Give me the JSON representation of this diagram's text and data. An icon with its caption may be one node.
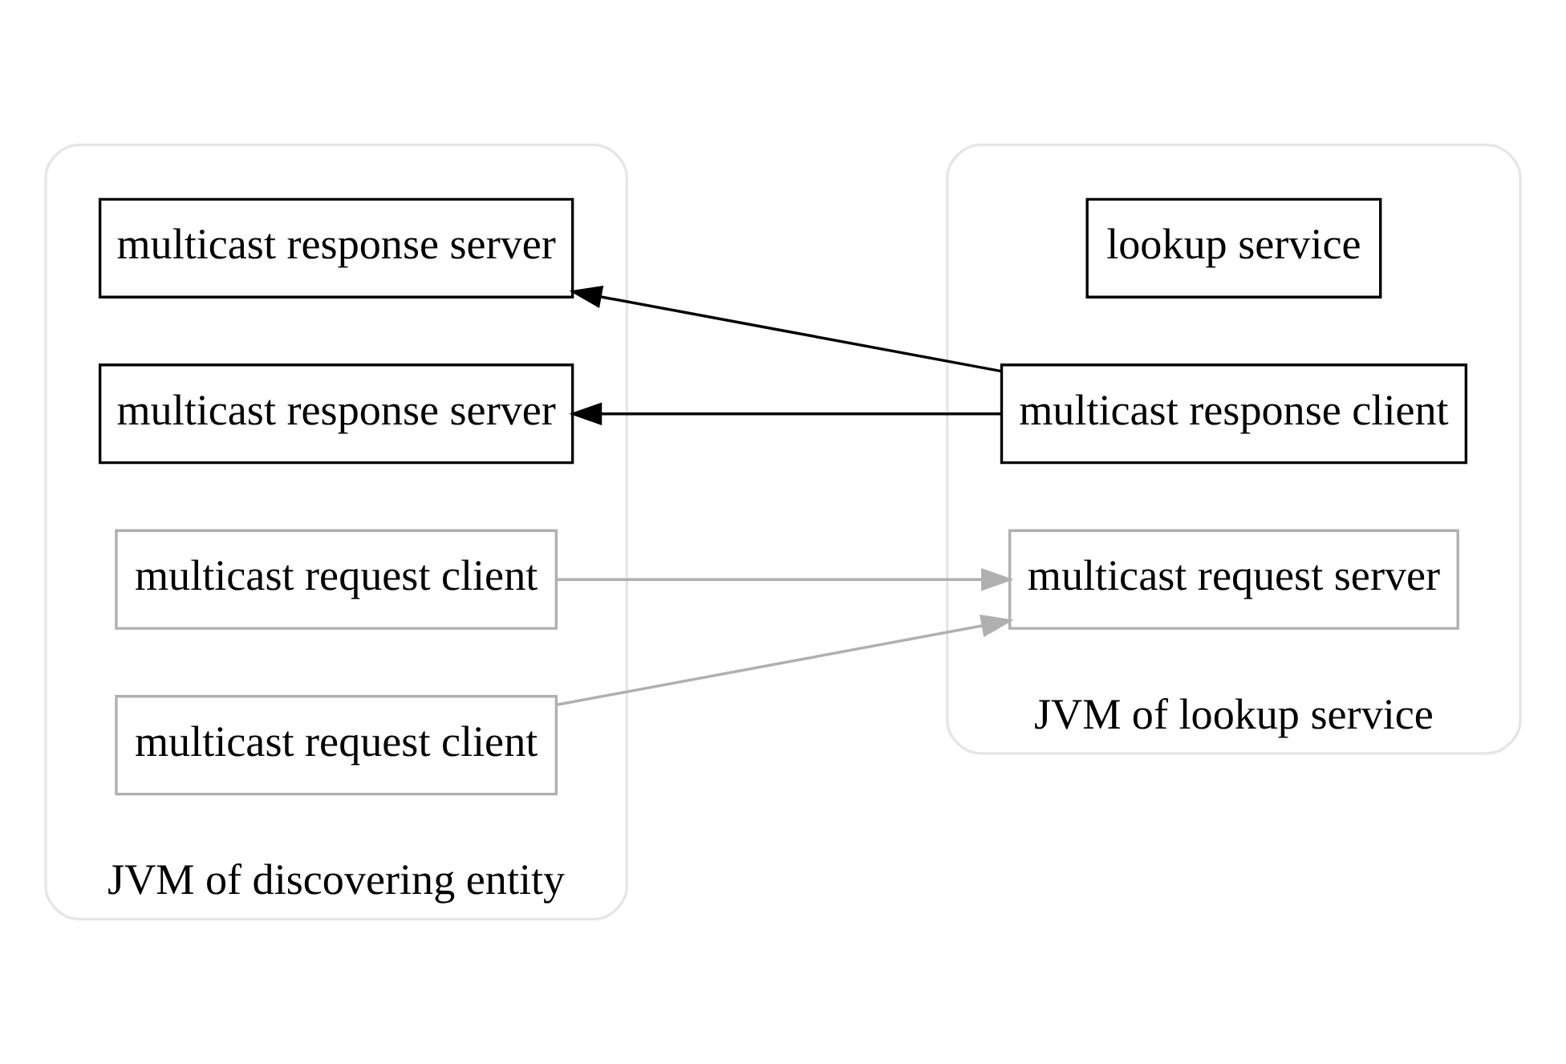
{
  "diagram": {
    "nodes": [
      {
        "text": [
          "JVM of discovering entity"
        ]
      },
      {
        "text": [
          "multicast response server"
        ],
        "in": 0
      },
      {
        "text": [
          "multicast request client"
        ],
        "in": 0
      },
      {
        "text": [
          "multicast response server"
        ],
        "in": 0
      },
      {
        "text": [
          "multicast request client"
        ],
        "in": 0
      },
      {
        "text": [
          "JVM of lookup service"
        ]
      },
      {
        "text": [
          "lookup service"
        ],
        "in": 5
      },
      {
        "text": [
          "multicast response client"
        ],
        "in": 5
      },
      {
        "text": [
          "multicast request server"
        ],
        "in": 5
      }
    ],
    "edges": [
      {
        "from": 7,
        "to": 1,
        "arrow": "to"
      },
      {
        "from": 7,
        "to": 3,
        "arrow": "to"
      },
      {
        "from": 2,
        "to": 8,
        "arrow": "to",
        "color": "#b0b0b0"
      },
      {
        "from": 4,
        "to": 8,
        "arrow": "to",
        "color": "#b0b0b0"
      }
    ]
  }
}
